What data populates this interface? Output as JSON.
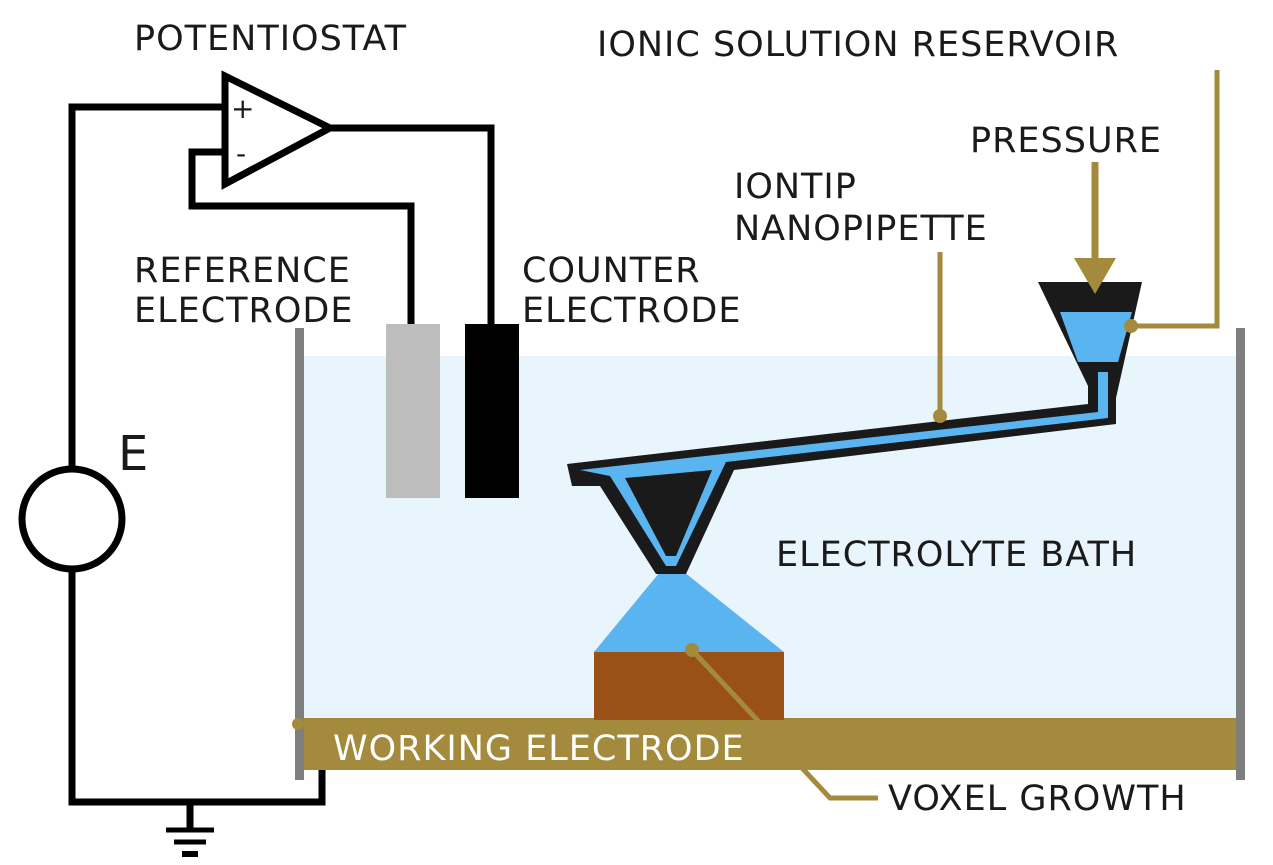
{
  "colors": {
    "bath": "#e8f5fc",
    "solution": "#5ab4f0",
    "gold": "#a38a3c",
    "voxel": "#9a5118",
    "wall": "#7f7f7f",
    "reference": "#bdbdbd",
    "counter": "#000000",
    "wire": "#000000"
  },
  "labels": {
    "potentiostat": "POTENTIOSTAT",
    "plus": "+",
    "minus": "-",
    "source": "E",
    "reference_line1": "REFERENCE",
    "reference_line2": "ELECTRODE",
    "counter_line1": "COUNTER",
    "counter_line2": "ELECTRODE",
    "reservoir": "IONIC SOLUTION RESERVOIR",
    "pressure": "PRESSURE",
    "iontip_line1": "IONTIP",
    "iontip_line2": "NANOPIPETTE",
    "bath": "ELECTROLYTE BATH",
    "working": "WORKING ELECTRODE",
    "voxel": "VOXEL GROWTH"
  },
  "icons": {
    "ground": "ground-symbol-icon",
    "pressure_arrow": "arrow-down-icon",
    "voltage_source": "voltage-source-icon",
    "amplifier": "op-amp-triangle-icon"
  }
}
